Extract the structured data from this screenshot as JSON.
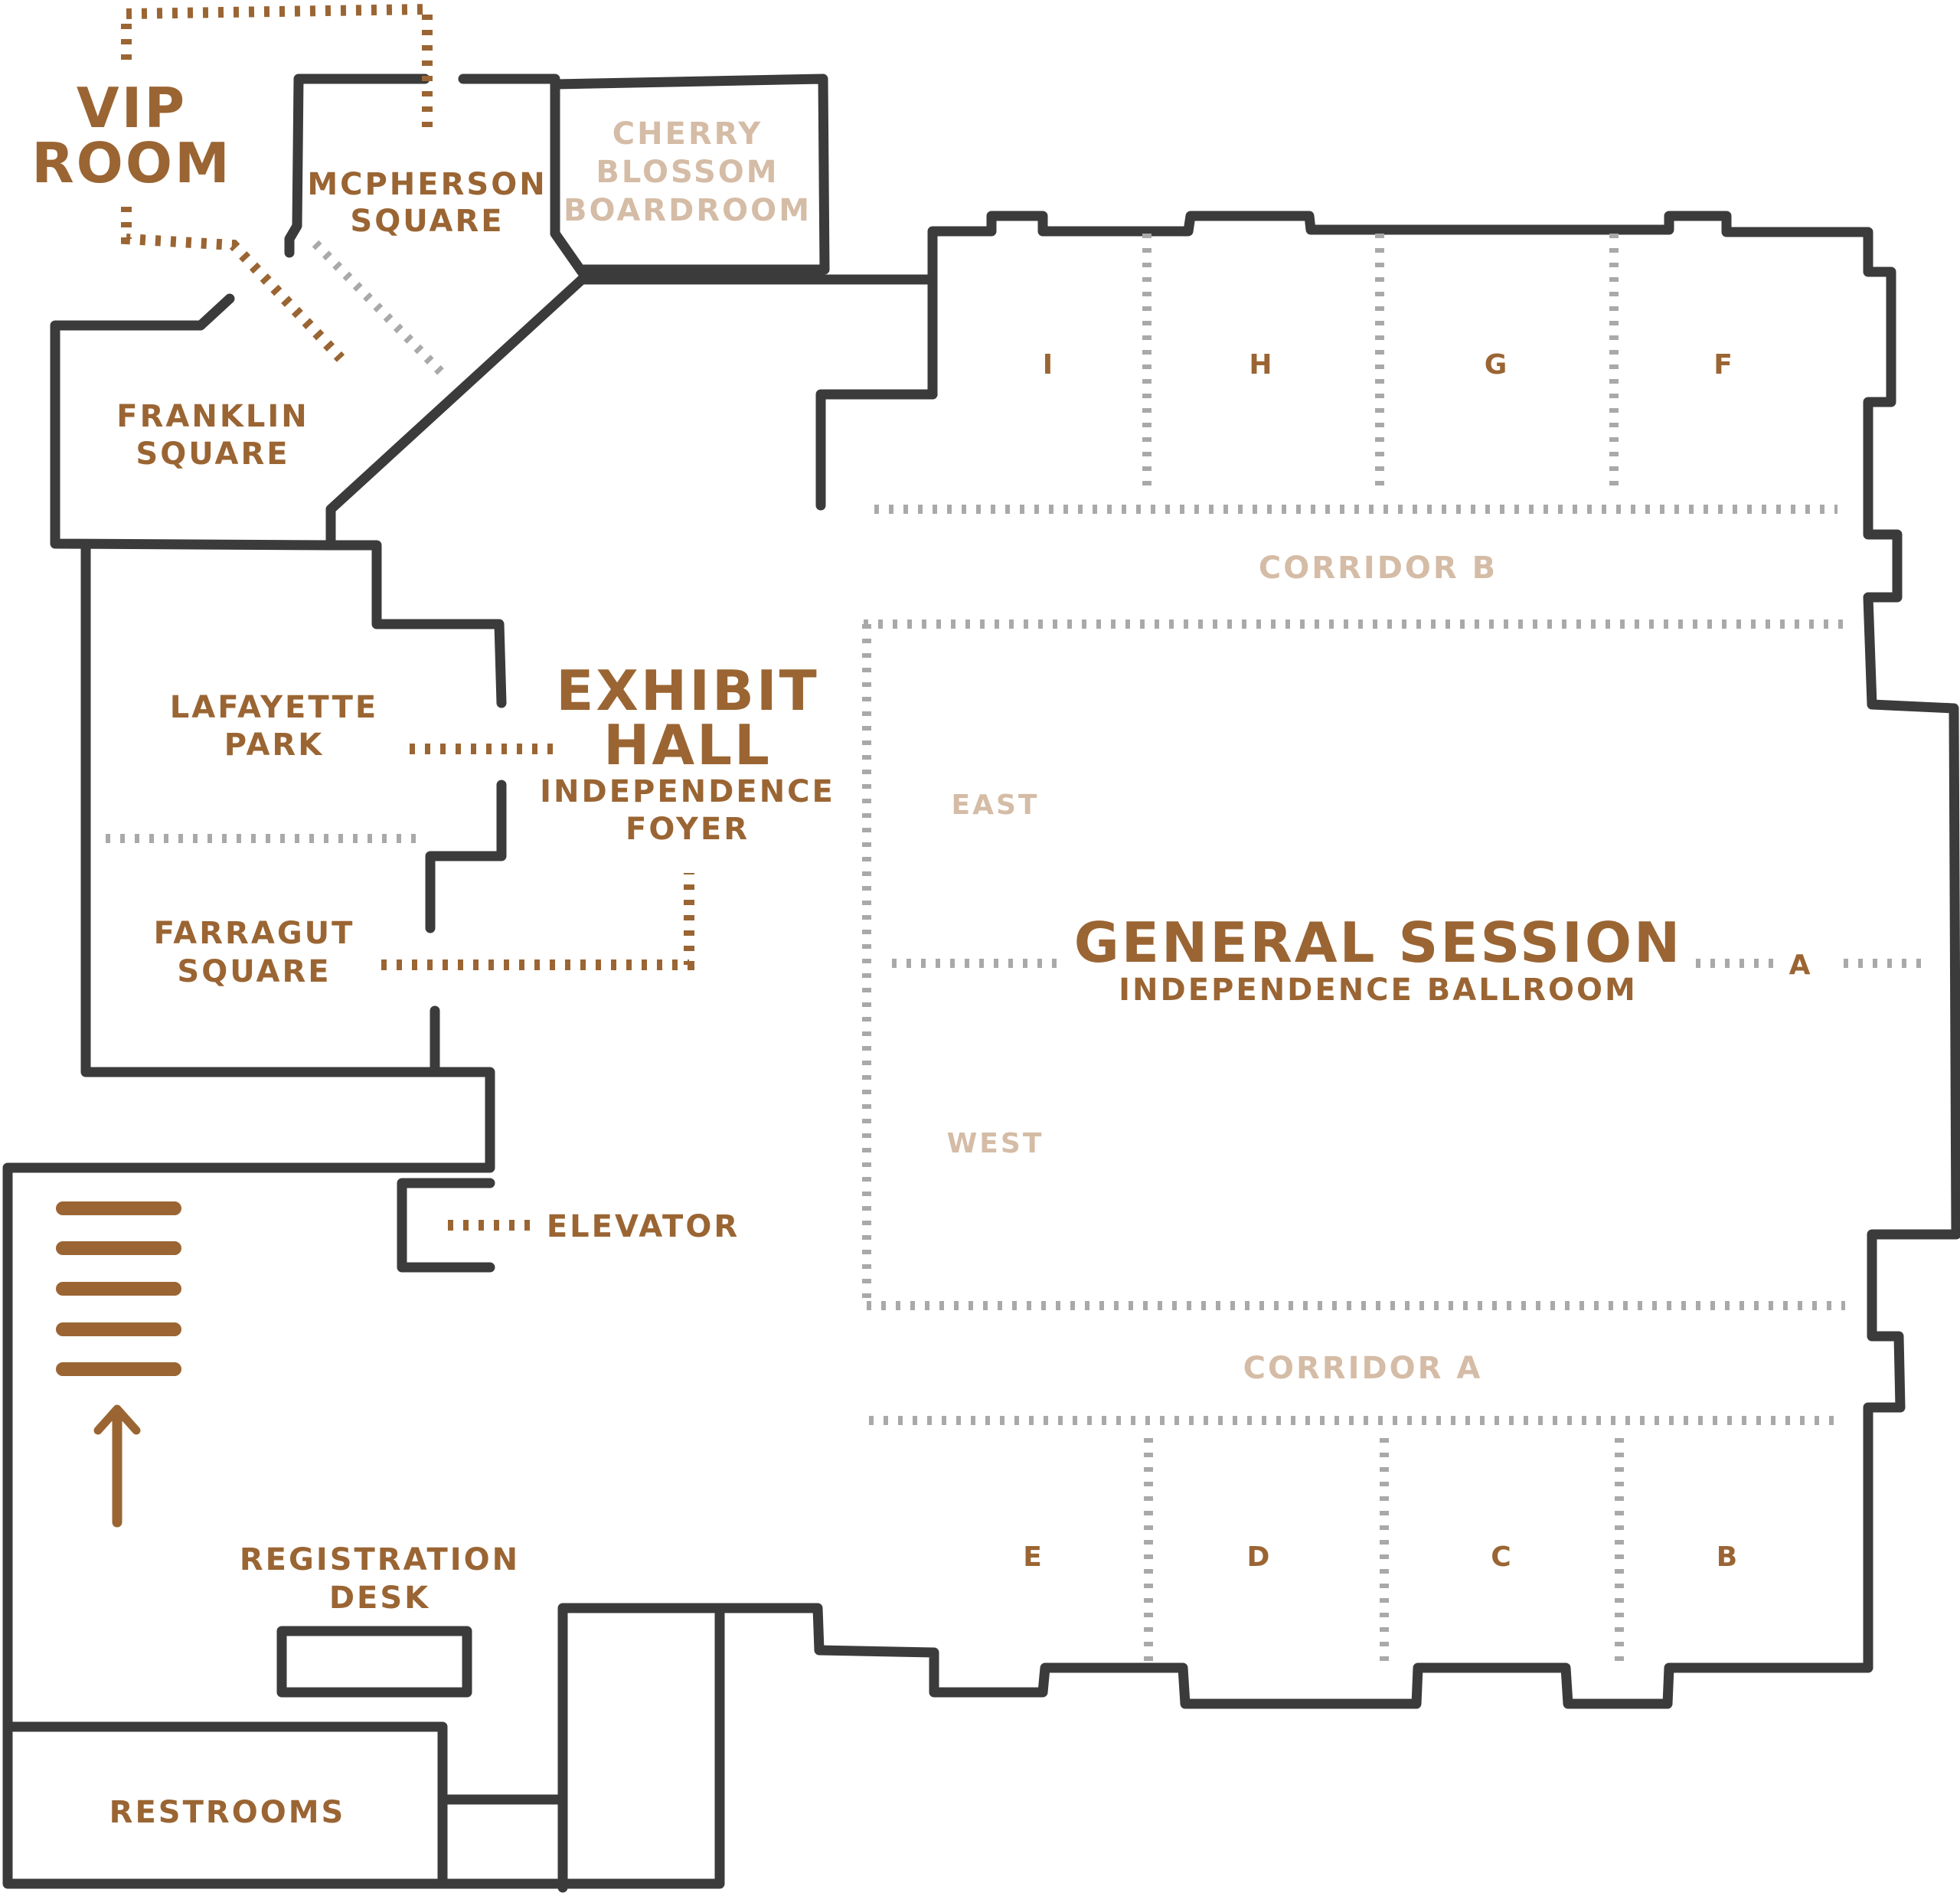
{
  "colors": {
    "room_label": "#9a6533",
    "faint_label": "#d5bca6",
    "wall": "#3b3b3b",
    "partition": "#a9a9a9",
    "path": "#9a6533"
  },
  "rooms": {
    "vip": {
      "line1": "VIP",
      "line2": "ROOM"
    },
    "mcpherson": {
      "line1": "MCPHERSON",
      "line2": "SQUARE"
    },
    "cherry_blossom": {
      "line1": "CHERRY",
      "line2": "BLOSSOM",
      "line3": "BOARDROOM"
    },
    "franklin": {
      "line1": "FRANKLIN",
      "line2": "SQUARE"
    },
    "lafayette": {
      "line1": "LAFAYETTE",
      "line2": "PARK"
    },
    "farragut": {
      "line1": "FARRAGUT",
      "line2": "SQUARE"
    },
    "exhibit_hall": {
      "line1": "EXHIBIT",
      "line2": "HALL",
      "sub1": "INDEPENDENCE",
      "sub2": "FOYER"
    },
    "general_session": {
      "title": "GENERAL SESSION",
      "subtitle": "INDEPENDENCE BALLROOM"
    },
    "elevator": "ELEVATOR",
    "registration": {
      "line1": "REGISTRATION",
      "line2": "DESK"
    },
    "restrooms": "RESTROOMS"
  },
  "corridors": {
    "b": "CORRIDOR B",
    "a": "CORRIDOR A"
  },
  "ballroom_sections": {
    "east": "EAST",
    "west": "WEST",
    "a": "A"
  },
  "breakout_rooms": {
    "top": [
      "I",
      "H",
      "G",
      "F"
    ],
    "bottom": [
      "E",
      "D",
      "C",
      "B"
    ]
  },
  "icons": {
    "stairs": "stairs-icon",
    "arrow": "up-arrow-icon"
  }
}
